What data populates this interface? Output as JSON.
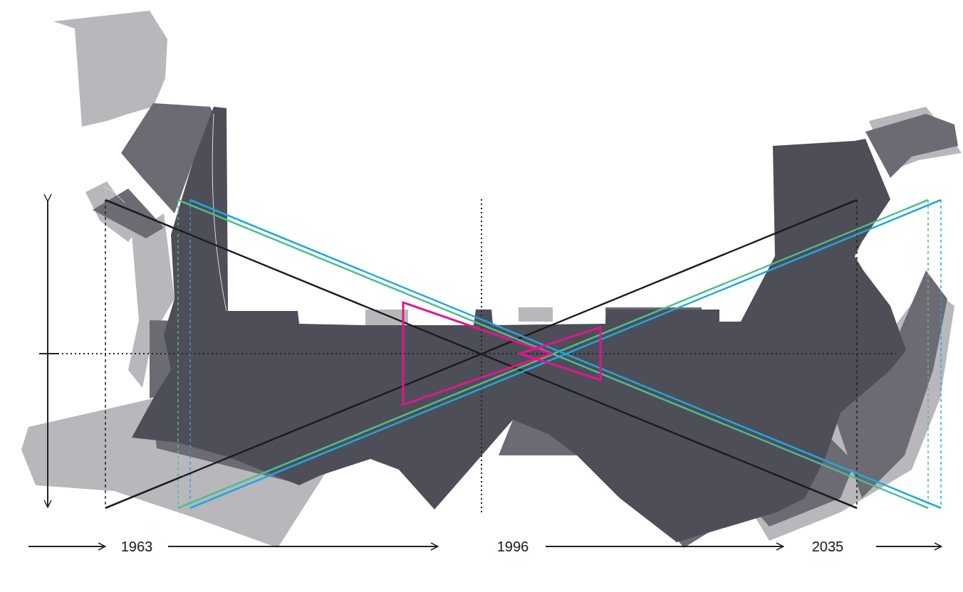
{
  "diagram": {
    "labels": [
      "1963",
      "1996",
      "2035"
    ]
  }
}
